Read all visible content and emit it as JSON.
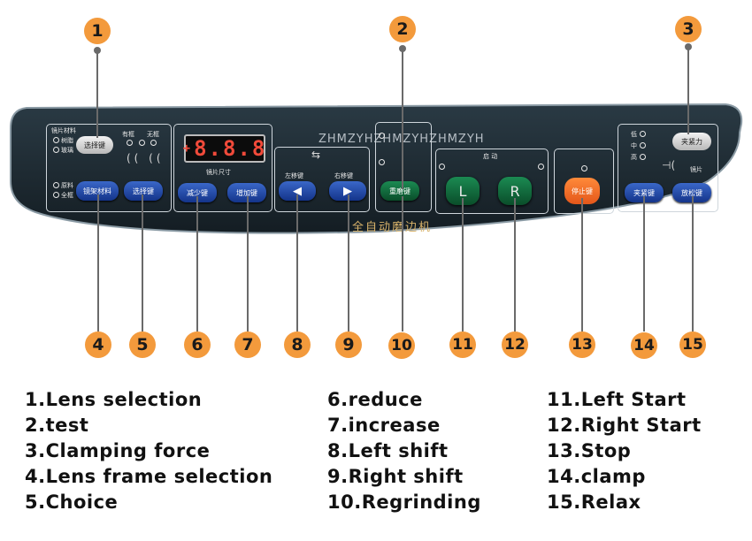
{
  "callouts": [
    "1",
    "2",
    "3",
    "4",
    "5",
    "6",
    "7",
    "8",
    "9",
    "10",
    "11",
    "12",
    "13",
    "14",
    "15"
  ],
  "panel": {
    "lens_material_label": "镜片材料",
    "lens_material_options": [
      "树脂",
      "玻璃"
    ],
    "select_key_label": "选择键",
    "frame_options_label_1": "有框",
    "frame_options_label_2": "无框",
    "frame_type_options": [
      "原料",
      "全框"
    ],
    "frame_material_key": "镜架材料",
    "choice_key": "选择键",
    "display_value": "8.8.8",
    "display_sign": "+",
    "lens_size_label": "镜片尺寸",
    "reduce_key": "减少键",
    "increase_key": "增加键",
    "left_shift_label": "左移键",
    "right_shift_label": "右移键",
    "left_arrow": "◀",
    "right_arrow": "▶",
    "regrind_key": "重磨键",
    "start_label": "启 动",
    "left_key": "L",
    "right_key": "R",
    "stop_key": "停止键",
    "clamp_force_key": "夹紧力",
    "clamp_force_levels": [
      "低",
      "中",
      "高"
    ],
    "lens_label": "镜片",
    "clamp_key": "夹紧键",
    "relax_key": "放松键",
    "brand_text": "全自动磨边机",
    "watermark": "ZHMZYHZHMZYHZHMZYH"
  },
  "legend": {
    "col1": [
      "1.Lens selection",
      "2.test",
      "3.Clamping force",
      "4.Lens frame selection",
      "5.Choice"
    ],
    "col2": [
      "6.reduce",
      "7.increase",
      "8.Left shift",
      "9.Right shift",
      "10.Regrinding"
    ],
    "col3": [
      "11.Left Start",
      "12.Right Start",
      "13.Stop",
      "14.clamp",
      "15.Relax"
    ]
  },
  "colors": {
    "badge": "#f39a3c",
    "panel": "#1d2a33",
    "blue_key": "#1f4aa8",
    "green_key": "#116b3c",
    "stop_key": "#f06a26",
    "display_digits": "#f14a3a"
  }
}
